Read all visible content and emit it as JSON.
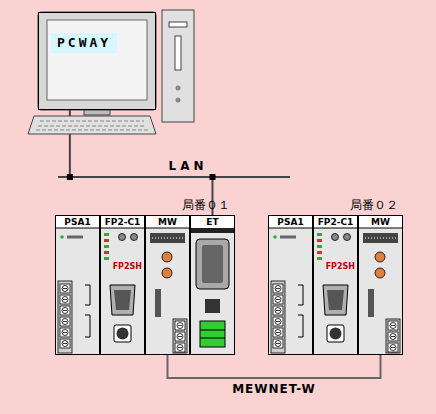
{
  "diagram": {
    "nodes": [
      {
        "text": [
          "PCWAY"
        ]
      },
      {
        "text": [
          "局番０１"
        ]
      },
      {
        "text": [
          "PSA1"
        ],
        "in": 1
      },
      {
        "text": [
          "FP2-C1",
          "FP2SH"
        ],
        "in": 1
      },
      {
        "text": [
          "MW"
        ],
        "in": 1
      },
      {
        "text": [
          "ET"
        ],
        "in": 1
      },
      {
        "text": [
          "局番０２"
        ]
      },
      {
        "text": [
          "PSA1"
        ],
        "in": 6
      },
      {
        "text": [
          "FP2-C1",
          "FP2SH"
        ],
        "in": 6
      },
      {
        "text": [
          "MW"
        ],
        "in": 6
      }
    ],
    "edges": [
      {
        "from": 0,
        "to": 5,
        "arrow": "none",
        "label": "LAN"
      },
      {
        "from": 4,
        "to": 9,
        "arrow": "none",
        "label": "MEWNET-W"
      }
    ]
  }
}
